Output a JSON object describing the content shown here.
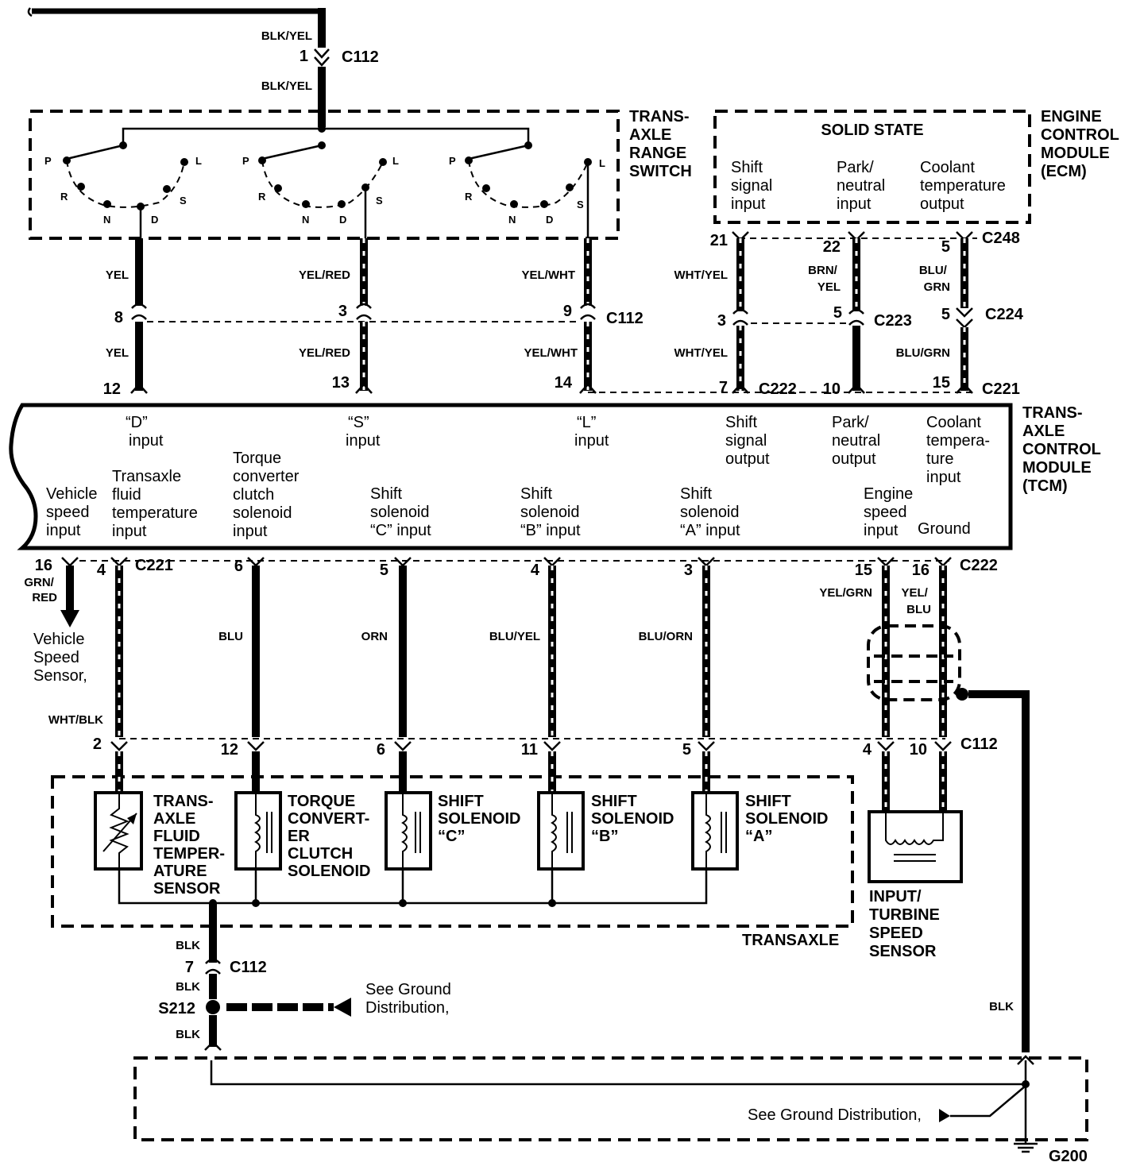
{
  "components": {
    "trs": [
      "TRANS-",
      "AXLE",
      "RANGE",
      "SWITCH"
    ],
    "ecm": [
      "ENGINE",
      "CONTROL",
      "MODULE",
      "(ECM)"
    ],
    "ecm_state": "SOLID STATE",
    "ecm_inputs": [
      [
        "Shift",
        "signal",
        "input"
      ],
      [
        "Park/",
        "neutral",
        "input"
      ],
      [
        "Coolant",
        "temperature",
        "output"
      ]
    ],
    "tcm": [
      "TRANS-",
      "AXLE",
      "CONTROL",
      "MODULE",
      "(TCM)"
    ],
    "tcm_top_inputs": [
      [
        "“D”",
        "input"
      ],
      [
        "“S”",
        "input"
      ],
      [
        "“L”",
        "input"
      ],
      [
        "Shift",
        "signal",
        "output"
      ],
      [
        "Park/",
        "neutral",
        "output"
      ],
      [
        "Coolant",
        "tempera-",
        "ture",
        "input"
      ]
    ],
    "tcm_bottom_inputs": [
      [
        "Vehicle",
        "speed",
        "input"
      ],
      [
        "Transaxle",
        "fluid",
        "temperature",
        "input"
      ],
      [
        "Torque",
        "converter",
        "clutch",
        "solenoid",
        "input"
      ],
      [
        "Shift",
        "solenoid",
        "“C” input"
      ],
      [
        "Shift",
        "solenoid",
        "“B” input"
      ],
      [
        "Shift",
        "solenoid",
        "“A”  input"
      ],
      [
        "Engine",
        "speed",
        "input"
      ],
      [
        "Ground"
      ]
    ],
    "tfts": [
      "TRANS-",
      "AXLE",
      "FLUID",
      "TEMPER-",
      "ATURE",
      "SENSOR"
    ],
    "tcc": [
      "TORQUE",
      "CONVERT-",
      "ER",
      "CLUTCH",
      "SOLENOID"
    ],
    "sol_c": [
      "SHIFT",
      "SOLENOID",
      "“C”"
    ],
    "sol_b": [
      "SHIFT",
      "SOLENOID",
      "“B”"
    ],
    "sol_a": [
      "SHIFT",
      "SOLENOID",
      "“A”"
    ],
    "transaxle": "TRANSAXLE",
    "itss": [
      "INPUT/",
      "TURBINE",
      "SPEED",
      "SENSOR"
    ],
    "vss": [
      "Vehicle",
      "Speed",
      "Sensor,"
    ],
    "see_ground_1": [
      "See Ground",
      "Distribution,"
    ],
    "see_ground_2": "See Ground Distribution,",
    "switch_letters": [
      "P",
      "R",
      "N",
      "D",
      "S",
      "L"
    ]
  },
  "connectors": {
    "c112": "C112",
    "c248": "C248",
    "c223": "C223",
    "c224": "C224",
    "c222": "C222",
    "c221": "C221",
    "s212": "S212",
    "g200": "G200"
  },
  "wires": {
    "top1": "BLK/YEL",
    "top2": "BLK/YEL",
    "yel": "YEL",
    "yelred": "YEL/RED",
    "yelwht": "YEL/WHT",
    "whtyel": "WHT/YEL",
    "brnyel": [
      "BRN/",
      "YEL"
    ],
    "blugrn": [
      "BLU/",
      "GRN"
    ],
    "whtyel2": "WHT/YEL",
    "blugrn2": "BLU/GRN",
    "grnred": [
      "GRN/",
      "RED"
    ],
    "whtblk": "WHT/BLK",
    "blu": "BLU",
    "orn": "ORN",
    "bluyel": "BLU/YEL",
    "bluorn": "BLU/ORN",
    "yelgrn": "YEL/GRN",
    "yelblu": [
      "YEL/",
      "BLU"
    ],
    "blk1": "BLK",
    "blk2": "BLK",
    "blk3": "BLK",
    "blk4": "BLK"
  },
  "pins": {
    "p_top1": "1",
    "p_mid": [
      "8",
      "3",
      "9"
    ],
    "p_tcm": [
      "12",
      "13",
      "14"
    ],
    "p_ecm": [
      "21",
      "22",
      "5"
    ],
    "p_ecm_mid": [
      "3",
      "5",
      "5"
    ],
    "p_ecm_tcm": [
      "7",
      "10",
      "15"
    ],
    "p_tcm_bot": [
      "16",
      "4",
      "6",
      "5",
      "4",
      "3",
      "15",
      "16"
    ],
    "p_c112_bot": [
      "2",
      "12",
      "6",
      "11",
      "5",
      "4",
      "10"
    ],
    "p_gnd": "7"
  }
}
